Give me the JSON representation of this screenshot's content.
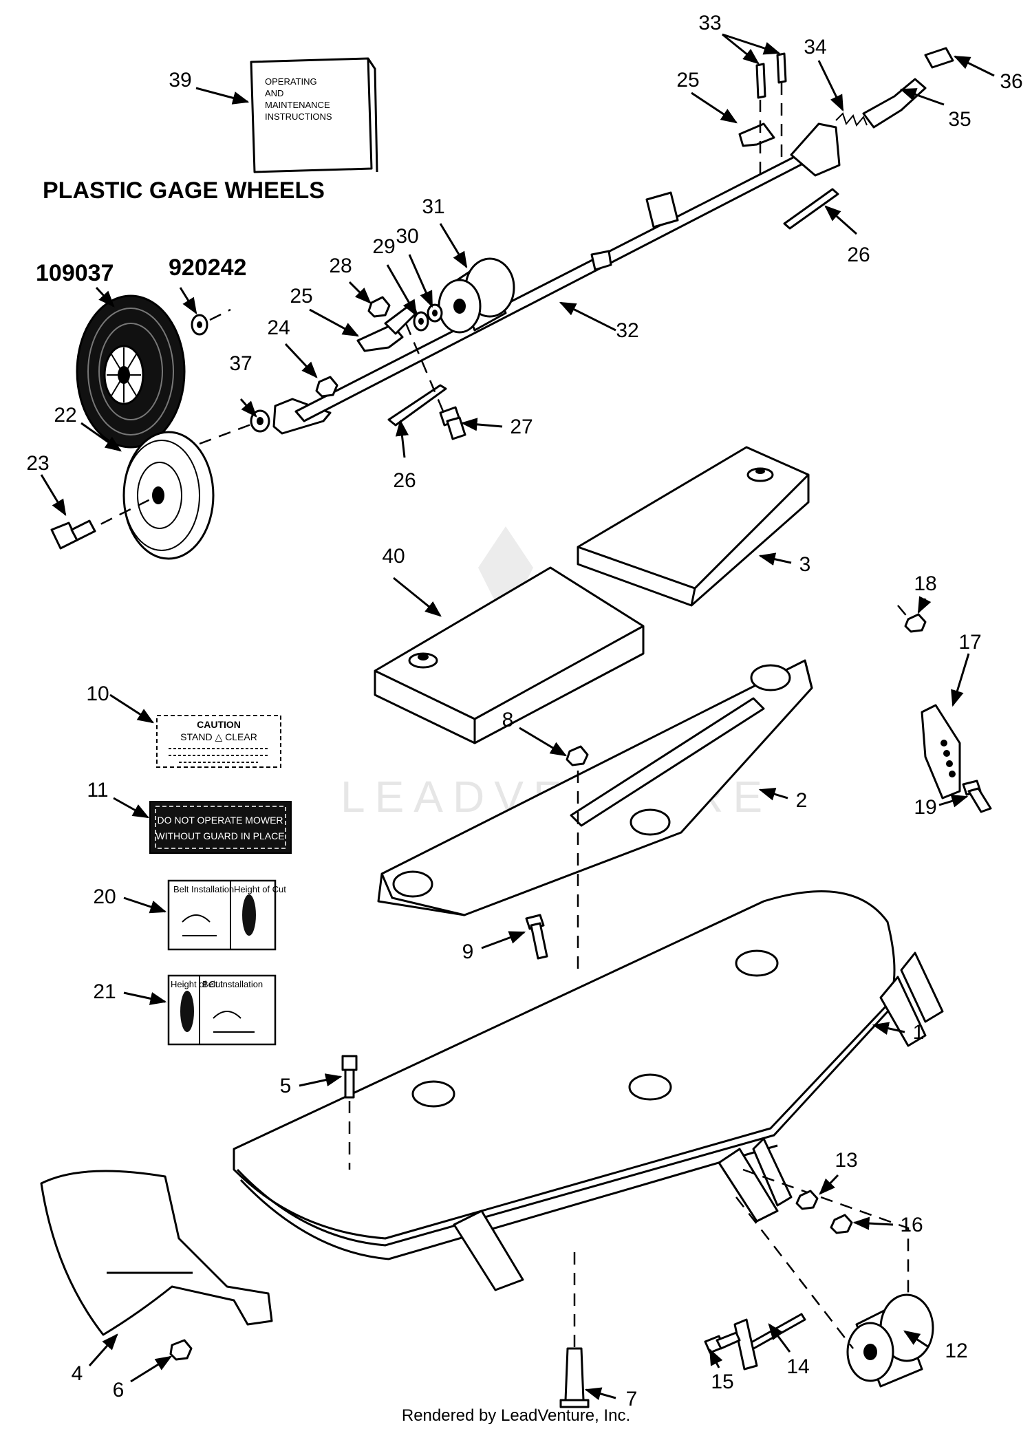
{
  "manual": {
    "line1": "OPERATING",
    "line2": "AND",
    "line3": "MAINTENANCE",
    "line4": "INSTRUCTIONS"
  },
  "section_title": "PLASTIC GAGE WHEELS",
  "part_numbers": {
    "wheel": "109037",
    "washer": "920242"
  },
  "decals": {
    "caution_title": "CAUTION",
    "caution_sub": "STAND △ CLEAR",
    "warning_line1": "DO NOT OPERATE MOWER",
    "warning_line2": "WITHOUT GUARD IN PLACE",
    "belt_installation": "Belt Installation",
    "height_of_cut": "Height of Cut"
  },
  "callouts": {
    "c1": "1",
    "c2": "2",
    "c3": "3",
    "c4": "4",
    "c5": "5",
    "c6": "6",
    "c7": "7",
    "c8": "8",
    "c9": "9",
    "c10": "10",
    "c11": "11",
    "c12": "12",
    "c13": "13",
    "c14": "14",
    "c15": "15",
    "c16": "16",
    "c17": "17",
    "c18": "18",
    "c19": "19",
    "c20": "20",
    "c21": "21",
    "c22": "22",
    "c23": "23",
    "c24": "24",
    "c25a": "25",
    "c25b": "25",
    "c26a": "26",
    "c26b": "26",
    "c27": "27",
    "c28": "28",
    "c29": "29",
    "c30": "30",
    "c31": "31",
    "c32": "32",
    "c33": "33",
    "c34": "34",
    "c35": "35",
    "c36": "36",
    "c37": "37",
    "c39": "39",
    "c40": "40"
  },
  "watermark": "LEADVENTURE",
  "footer": "Rendered by LeadVenture, Inc."
}
